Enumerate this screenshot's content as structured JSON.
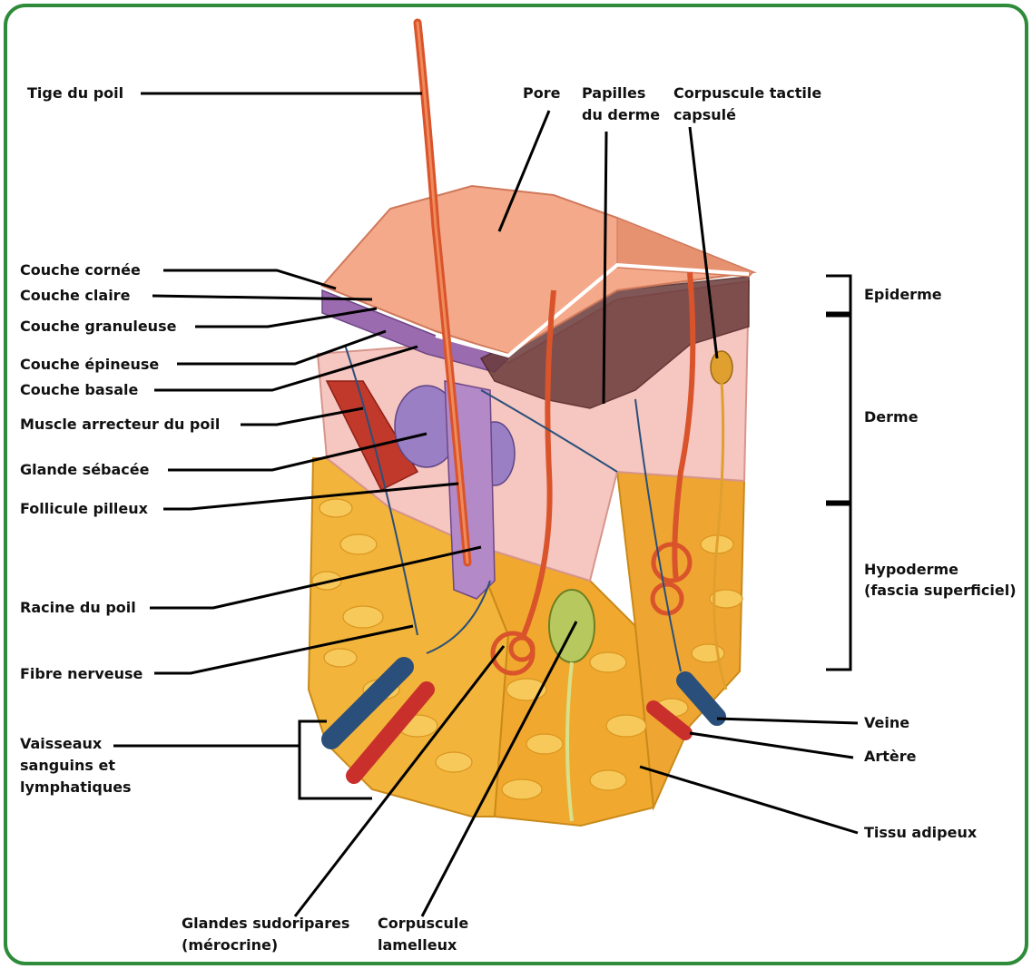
{
  "diagram": {
    "labels": {
      "tige_du_poil": "Tige du poil",
      "pore": "Pore",
      "papilles_line1": "Papilles",
      "papilles_line2": "du derme",
      "corpuscule_tactile_line1": "Corpuscule tactile",
      "corpuscule_tactile_line2": "capsulé",
      "couche_cornee": "Couche cornée",
      "couche_claire": "Couche claire",
      "couche_granuleuse": "Couche granuleuse",
      "couche_epineuse": "Couche épineuse",
      "couche_basale": "Couche basale",
      "muscle_arrecteur": "Muscle arrecteur du poil",
      "glande_sebacee": "Glande sébacée",
      "follicule_pilleux": "Follicule pilleux",
      "racine_du_poil": "Racine du poil",
      "fibre_nerveuse": "Fibre nerveuse",
      "vaisseaux_line1": "Vaisseaux",
      "vaisseaux_line2": "sanguins et",
      "vaisseaux_line3": "lymphatiques",
      "glandes_sudoripares_line1": "Glandes sudoripares",
      "glandes_sudoripares_line2": "(mérocrine)",
      "corpuscule_lamelleux_line1": "Corpuscule",
      "corpuscule_lamelleux_line2": "lamelleux",
      "epiderme": "Epiderme",
      "derme": "Derme",
      "hypoderme_line1": "Hypoderme",
      "hypoderme_line2": "(fascia superficiel)",
      "veine": "Veine",
      "artere": "Artère",
      "tissu_adipeux": "Tissu adipeux"
    },
    "colors": {
      "frame_border": "#2e8b3a",
      "leader_line": "#000000",
      "epidermis": "#f4a98a",
      "stratum_purple": "#9b6bb0",
      "dermis": "#f6c6c0",
      "fat": "#f2b43a",
      "hair": "#d9542b",
      "vein": "#2a4f7a",
      "artery": "#c9302c"
    }
  }
}
